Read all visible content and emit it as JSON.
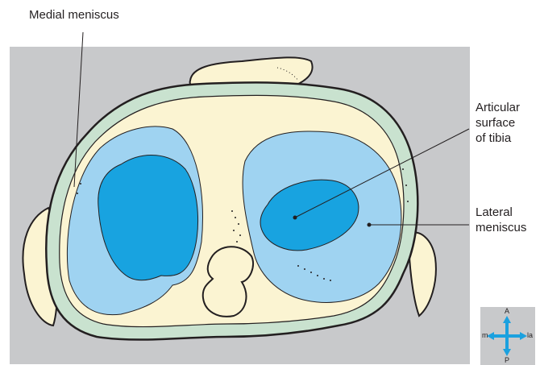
{
  "labels": {
    "medial_meniscus": "Medial meniscus",
    "articular_surface": [
      "Articular",
      "surface",
      "of tibia"
    ],
    "lateral_meniscus": [
      "Lateral",
      "meniscus"
    ]
  },
  "compass": {
    "anterior": "A",
    "posterior": "P",
    "medial": "m",
    "lateral": "la"
  },
  "colors": {
    "background_panel": "#c8c9cb",
    "bone": "#fbf4d2",
    "meniscus": "#c9e2cf",
    "cartilage_light": "#9fd3f1",
    "cartilage_dark": "#18a3e0",
    "outline": "#231f20"
  }
}
